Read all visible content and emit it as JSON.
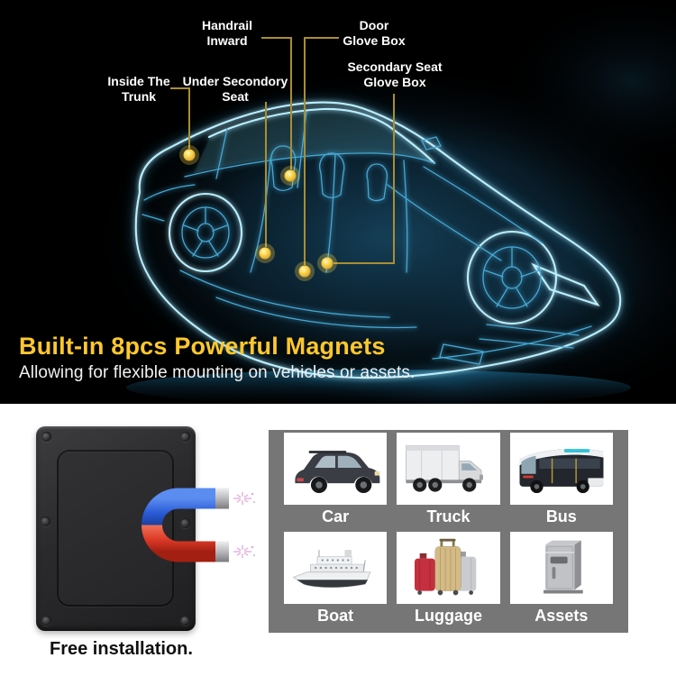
{
  "hero": {
    "headline": "Built-in 8pcs Powerful Magnets",
    "subheadline": "Allowing for flexible mounting on vehicles or assets.",
    "illustration": "xray-hologram-sedan",
    "callouts": [
      {
        "line1": "Inside The",
        "line2": "Trunk"
      },
      {
        "line1": "Handrail",
        "line2": "Inward"
      },
      {
        "line1": "Under Secondory",
        "line2": "Seat"
      },
      {
        "line1": "Door",
        "line2": "Glove Box"
      },
      {
        "line1": "Secondary Seat",
        "line2": "Glove Box"
      }
    ],
    "colors": {
      "background": "#000000",
      "headline": "#fec82d",
      "subheadline": "#f1f1f1",
      "callout_line": "#a98e33",
      "callout_dot": "#ffd84d",
      "car_glow": "#5bd6ff"
    }
  },
  "product": {
    "caption": "Free installation.",
    "device_icon": "gps-tracker-back",
    "magnet_icon": "horseshoe-magnet",
    "colors": {
      "device_body": "#2e2e30",
      "magnet_top": "#2f62d8",
      "magnet_bottom": "#e04a32",
      "magnet_tip": "#c9c9cd"
    }
  },
  "gallery": {
    "panel_color": "#767676",
    "items": [
      {
        "label": "Car",
        "icon": "suv-photo"
      },
      {
        "label": "Truck",
        "icon": "box-truck-photo"
      },
      {
        "label": "Bus",
        "icon": "fuel-cell-bus-photo"
      },
      {
        "label": "Boat",
        "icon": "cruise-ship-photo"
      },
      {
        "label": "Luggage",
        "icon": "suitcases-photo"
      },
      {
        "label": "Assets",
        "icon": "safe-box-photo"
      }
    ]
  }
}
